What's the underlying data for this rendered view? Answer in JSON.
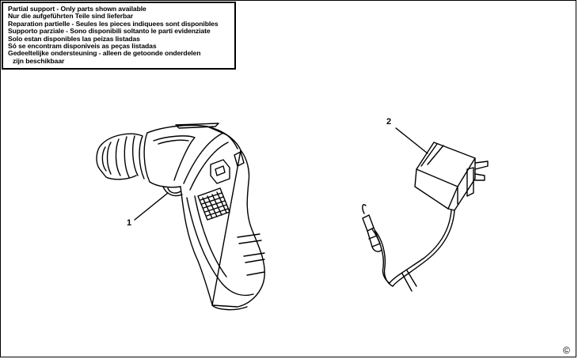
{
  "notice": {
    "lines": [
      "Partial support - Only parts shown available",
      "Nur die aufgeführten Teile sind lieferbar",
      "Reparation partielle - Seules les pieces indiquees sont disponibles",
      "Supporto parziale - Sono disponibili soltanto le parti evidenziate",
      "Solo estan disponibles las peizas listadas",
      "Só se encontram disponiveis as peças listadas",
      "Gedeeltelijke ondersteuning - alleen de getoonde onderdelen",
      "zijn beschikbaar"
    ]
  },
  "callouts": {
    "part_1": "1",
    "part_2": "2"
  },
  "parts": {
    "part_1_icon": "cordless-screwdriver-icon",
    "part_2_icon": "plug-charger-icon"
  },
  "footer": {
    "copyright": "©"
  }
}
